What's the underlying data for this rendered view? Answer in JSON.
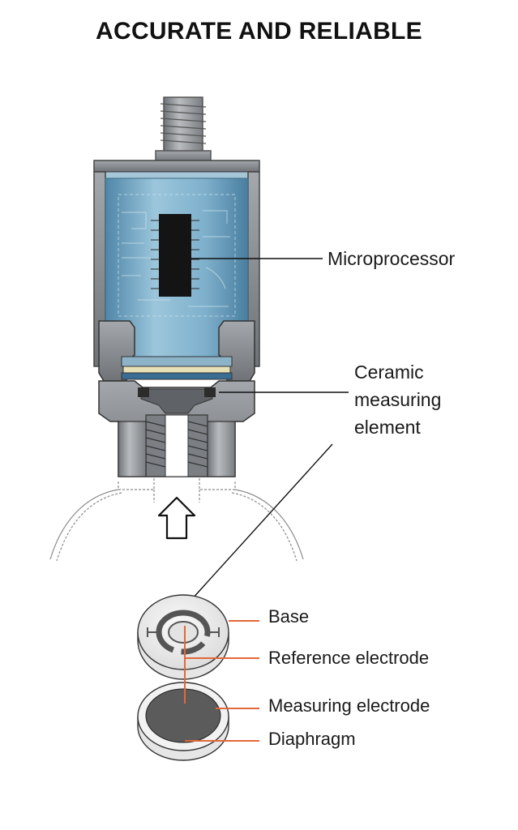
{
  "title": "ACCURATE AND RELIABLE",
  "labels": {
    "microprocessor": "Microprocessor",
    "ceramic_line1": "Ceramic",
    "ceramic_line2": "measuring",
    "ceramic_line3": "element",
    "base": "Base",
    "reference_electrode": "Reference electrode",
    "measuring_electrode": "Measuring electrode",
    "diaphragm": "Diaphragm"
  },
  "colors": {
    "housing_blue": "#6a9fbd",
    "housing_blue_light": "#a9cde0",
    "steel": "#9a9ea2",
    "steel_dark": "#6d7175",
    "chip": "#141414",
    "leader_orange": "#e2683a",
    "electrode_grey": "#5b5b5b"
  },
  "icons": [
    "pressure-arrow-icon"
  ]
}
